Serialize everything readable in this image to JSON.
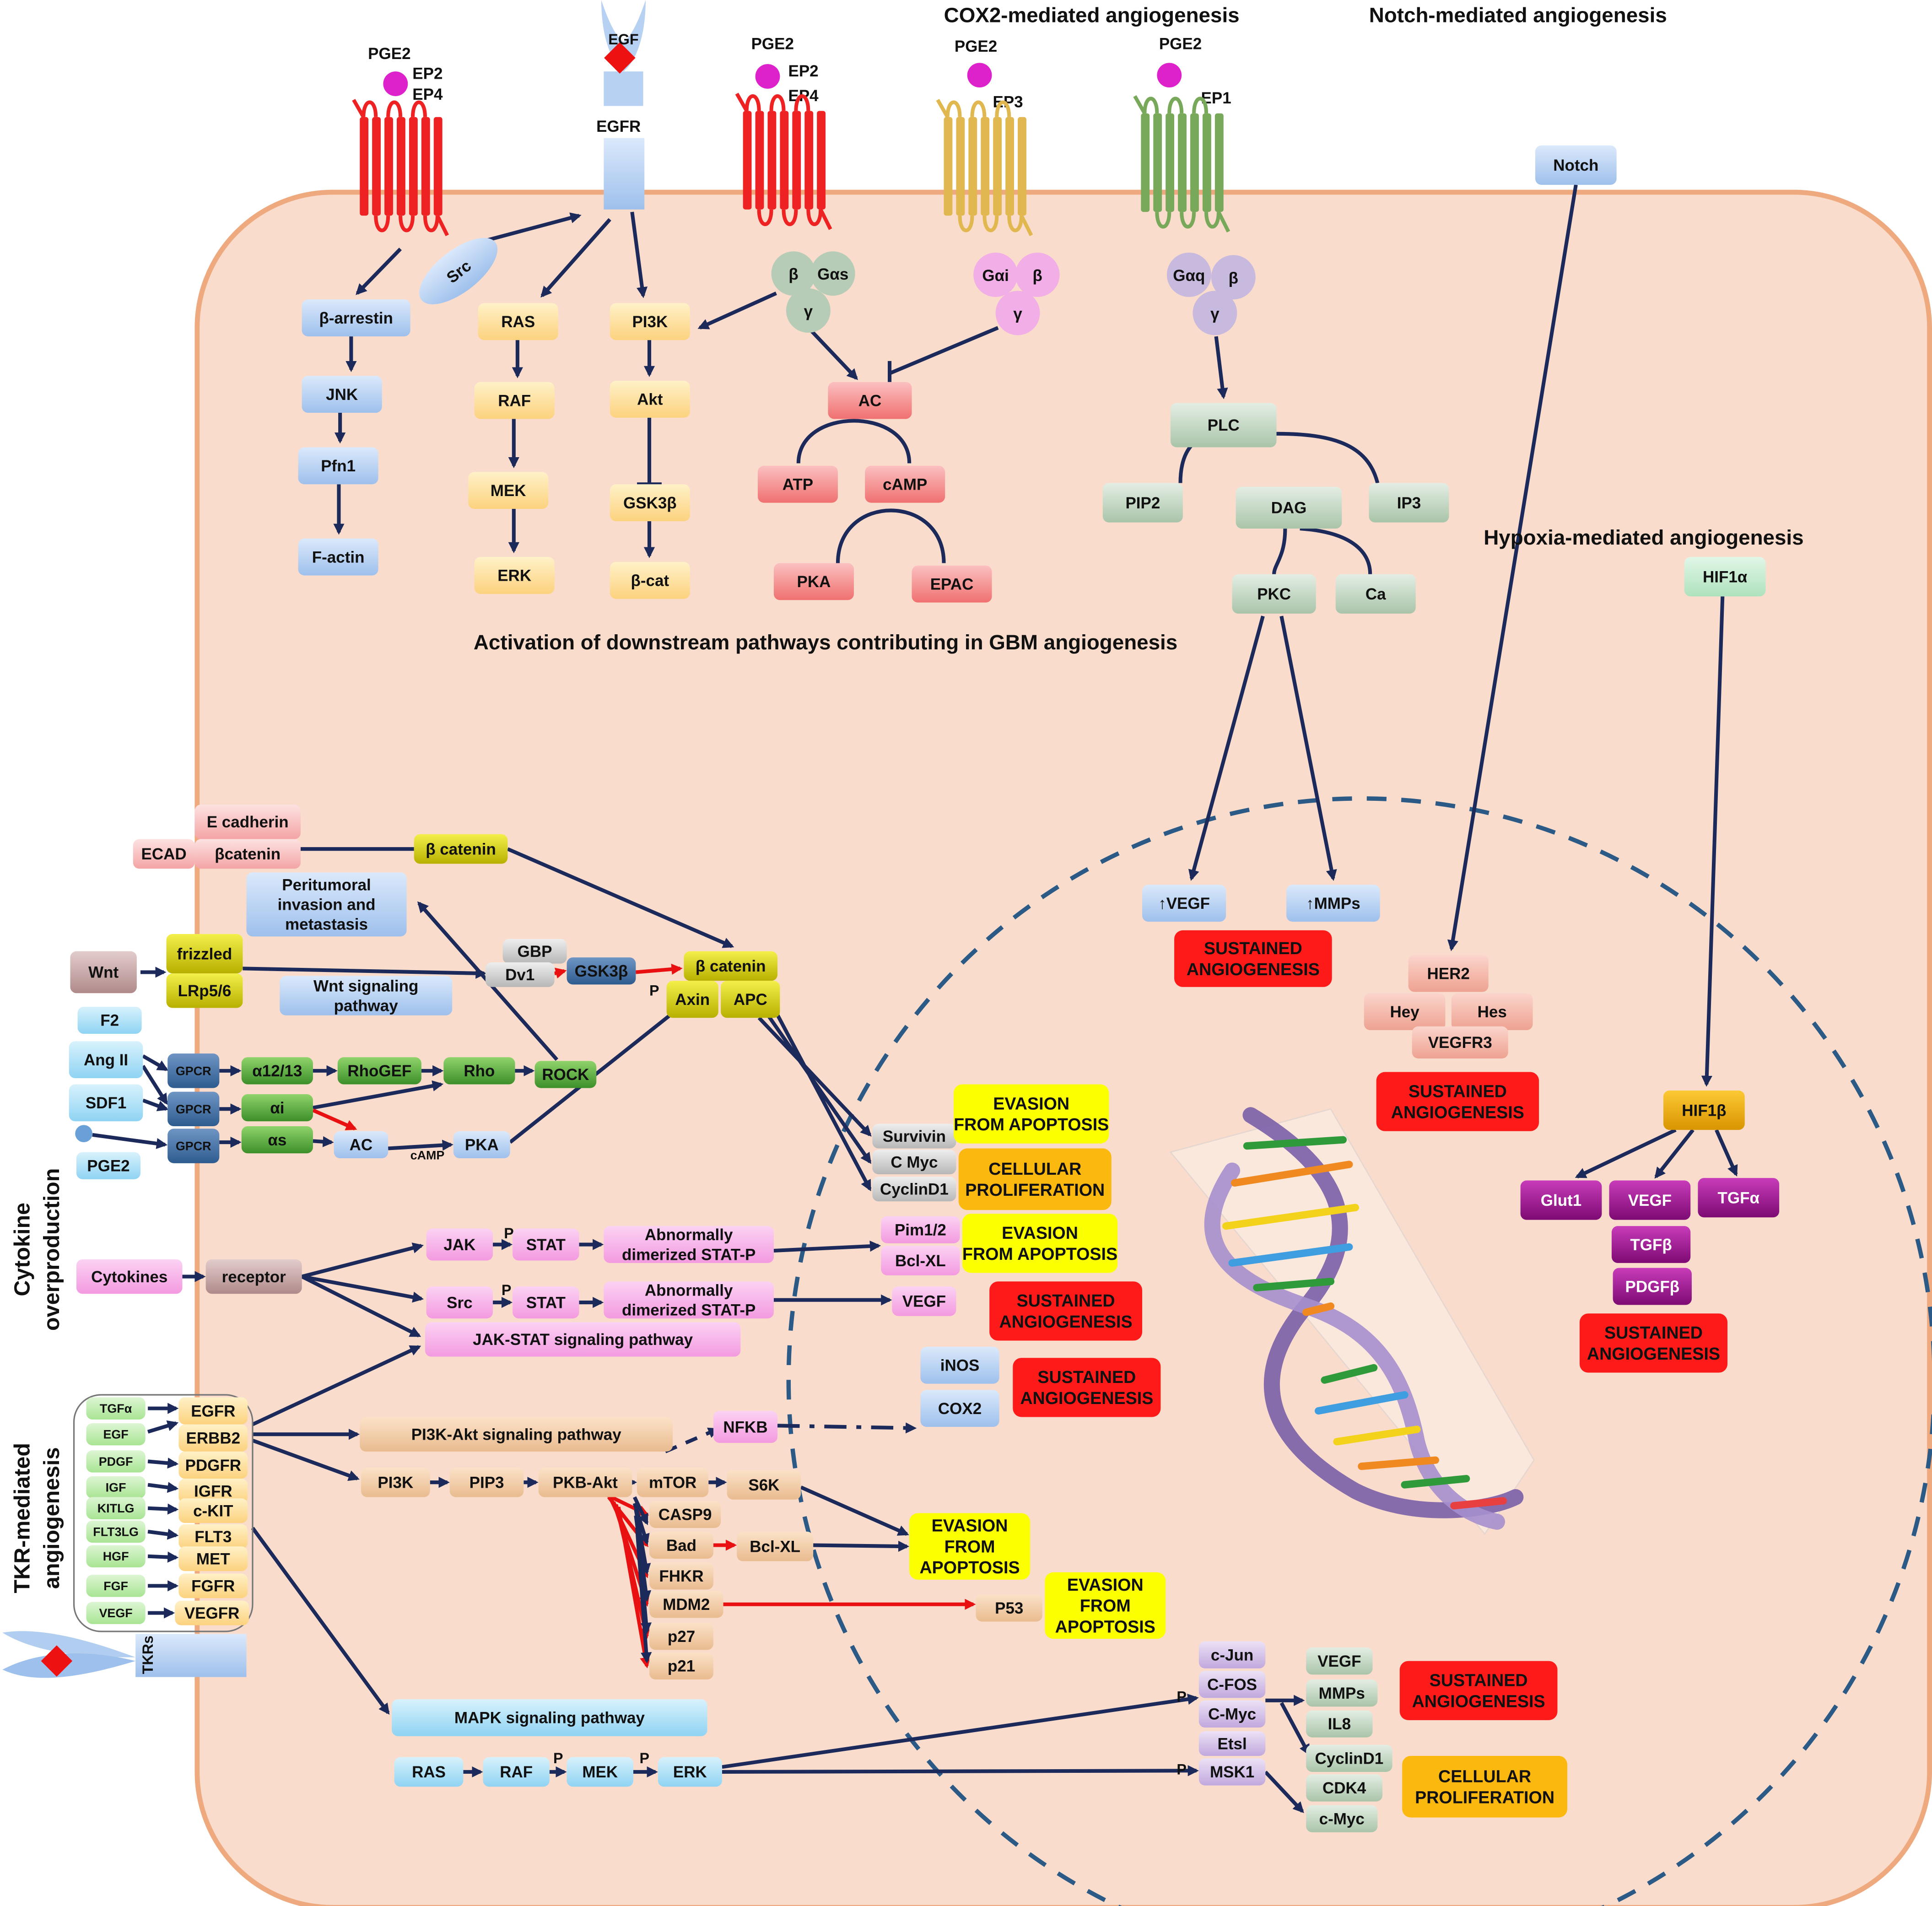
{
  "headings": {
    "cox2": "COX2-mediated angiogenesis",
    "notch": "Notch-mediated angiogenesis",
    "hypoxia": "Hypoxia-mediated angiogenesis",
    "downstream": "Activation of downstream pathways contributing in GBM angiogenesis",
    "cytokine": [
      "Cytokine",
      "overproduction"
    ],
    "tkr": [
      "TKR-mediated",
      "angiogenesis"
    ]
  },
  "receptors": {
    "ep24_left": {
      "ligand": "PGE2",
      "r1": "EP2",
      "r2": "EP4"
    },
    "egf": {
      "ligand": "EGF",
      "receptor": "EGFR"
    },
    "ep24_mid": {
      "ligand": "PGE2",
      "r1": "EP2",
      "r2": "EP4"
    },
    "ep3": {
      "ligand": "PGE2",
      "receptor": "EP3"
    },
    "ep1": {
      "ligand": "PGE2",
      "receptor": "EP1"
    },
    "src": "Src",
    "gs": {
      "b": "β",
      "a": "Gαs",
      "g": "γ"
    },
    "gi": {
      "a": "Gαi",
      "b": "β",
      "g": "γ"
    },
    "gq": {
      "a": "Gαq",
      "b": "β",
      "g": "γ"
    }
  },
  "nodes": {
    "barrestin": "β-arrestin",
    "jnk": "JNK",
    "pfn1": "Pfn1",
    "factin": "F-actin",
    "ras": "RAS",
    "raf": "RAF",
    "mek": "MEK",
    "erk": "ERK",
    "pi3k": "PI3K",
    "akt": "Akt",
    "gsk3b": "GSK3β",
    "bcat": "β-cat",
    "ac": "AC",
    "atp": "ATP",
    "camp": "cAMP",
    "pka": "PKA",
    "epac": "EPAC",
    "plc": "PLC",
    "pip2": "PIP2",
    "dag": "DAG",
    "ip3": "IP3",
    "pkc": "PKC",
    "ca": "Ca",
    "notch": "Notch",
    "hif1a": "HIF1α",
    "vegf_up": "↑VEGF",
    "mmps_up": "↑MMPs",
    "her2": "HER2",
    "hey": "Hey",
    "hes": "Hes",
    "vegfr3": "VEGFR3",
    "hif1b": "HIF1β",
    "glut1": "Glut1",
    "vegf_h": "VEGF",
    "tgfa_h": "TGFα",
    "tgfb": "TGFβ",
    "pdgfb": "PDGFβ",
    "ecadherin": "E cadherin",
    "ecad": "ECAD",
    "bcatenin_ec": "βcatenin",
    "bcatenin_y": "β catenin",
    "invasion": "Peritumoral invasion and metastasis",
    "wnt": "Wnt",
    "frizzled": "frizzled",
    "lrp": "LRp5/6",
    "gbp": "GBP",
    "dv1": "Dv1",
    "gsk3b_w": "GSK3β",
    "p_label": "P",
    "bcat_w": "β catenin",
    "axin": "Axin",
    "apc": "APC",
    "wnt_path": "Wnt signaling pathway",
    "f2": "F2",
    "ang2": "Ang II",
    "sdf1": "SDF1",
    "pge2_w": "PGE2",
    "gpcr": "GPCR",
    "a1213": "α12/13",
    "rhogef": "RhoGEF",
    "rho": "Rho",
    "rock": "ROCK",
    "ai": "αi",
    "as": "αs",
    "ac_w": "AC",
    "camp_w": "cAMP",
    "pka_w": "PKA",
    "survivin": "Survivin",
    "cmyc": "C Myc",
    "cyclind1": "CyclinD1",
    "cytokines": "Cytokines",
    "receptor": "receptor",
    "jak": "JAK",
    "stat": "STAT",
    "src_c": "Src",
    "dimer": "Abnormally dimerized STAT-P",
    "jakstat": "JAK-STAT signaling pathway",
    "pim": "Pim1/2",
    "bclxl_c": "Bcl-XL",
    "vegf_c": "VEGF",
    "inos": "iNOS",
    "cox2": "COX2",
    "ligands": [
      "TGFα",
      "EGF",
      "PDGF",
      "IGF",
      "KITLG",
      "FLT3LG",
      "HGF",
      "FGF",
      "VEGF"
    ],
    "rtks": [
      "EGFR",
      "ERBB2",
      "PDGFR",
      "IGFR",
      "c-KIT",
      "FLT3",
      "MET",
      "FGFR",
      "VEGFR"
    ],
    "tkrs": "TKRs",
    "pi3k_path": "PI3K-Akt signaling pathway",
    "nfkb": "NFKB",
    "pi3k_t": "PI3K",
    "pip3": "PIP3",
    "pkbakt": "PKB-Akt",
    "mtor": "mTOR",
    "s6k": "S6K",
    "casp9": "CASP9",
    "bad": "Bad",
    "bclxl_t": "Bcl-XL",
    "fhkr": "FHKR",
    "mdm2": "MDM2",
    "p27": "p27",
    "p21": "p21",
    "p53": "P53",
    "mapk_path": "MAPK signaling pathway",
    "ras_m": "RAS",
    "raf_m": "RAF",
    "mek_m": "MEK",
    "erk_m": "ERK",
    "cjun": "c-Jun",
    "cfos": "C-FOS",
    "cmyc_m": "C-Myc",
    "etsl": "Etsl",
    "msk1": "MSK1",
    "vegf_m": "VEGF",
    "mmps_m": "MMPs",
    "il8": "IL8",
    "cyclind1_m": "CyclinD1",
    "cdk4": "CDK4",
    "cmyc_m2": "c-Myc"
  },
  "outcomes": {
    "sa1": "SUSTAINED ANGIOGENESIS",
    "sa2": "SUSTAINED ANGIOGENESIS",
    "sa3": "SUSTAINED ANGIOGENESIS",
    "sa4": "SUSTAINED ANGIOGENESIS",
    "sa5": "SUSTAINED ANGIOGENESIS",
    "sa6": "SUSTAINED ANGIOGENESIS",
    "ev1": "EVASION FROM APOPTOSIS",
    "ev2": "EVASION FROM APOPTOSIS",
    "ev3": "EVASION FROM APOPTOSIS",
    "ev4": "EVASION FROM APOPTOSIS",
    "cp1": "CELLULAR PROLIFERATION",
    "cp2": "CELLULAR PROLIFERATION"
  },
  "colors": {
    "cell": "#f9dccb",
    "cell_border": "#eea97e",
    "arrow": "#1b2a5a",
    "red_arrow": "#e81010",
    "blue_node": "#b6d1f2",
    "yellow_node": "#fde09a",
    "red_node": "#f28a8a",
    "green_node": "#c4d8c4",
    "nucleus": "#2c5a86"
  }
}
